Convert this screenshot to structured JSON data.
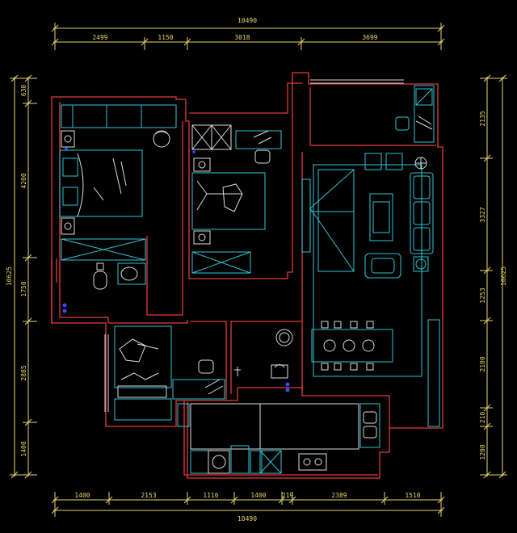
{
  "dimensions": {
    "top_total": "10490",
    "top_segments": [
      "2499",
      "1150",
      "3018",
      "3699"
    ],
    "bottom_total": "10490",
    "bottom_segments": [
      "1400",
      "2153",
      "1116",
      "1400",
      "219",
      "2389",
      "1510"
    ],
    "left_total": "10625",
    "left_segments": [
      "630",
      "4200",
      "1750",
      "2885",
      "1400"
    ],
    "right_total": "10625",
    "right_segments": [
      "2135",
      "3327",
      "1253",
      "2100",
      "210",
      "1200"
    ]
  },
  "colors": {
    "background": "#000000",
    "dimension": "#e6d36a",
    "wall": "#e23b3b",
    "furniture": "#2fc6d6",
    "fixture": "#dcdcdc",
    "socket": "#3a48ff"
  }
}
